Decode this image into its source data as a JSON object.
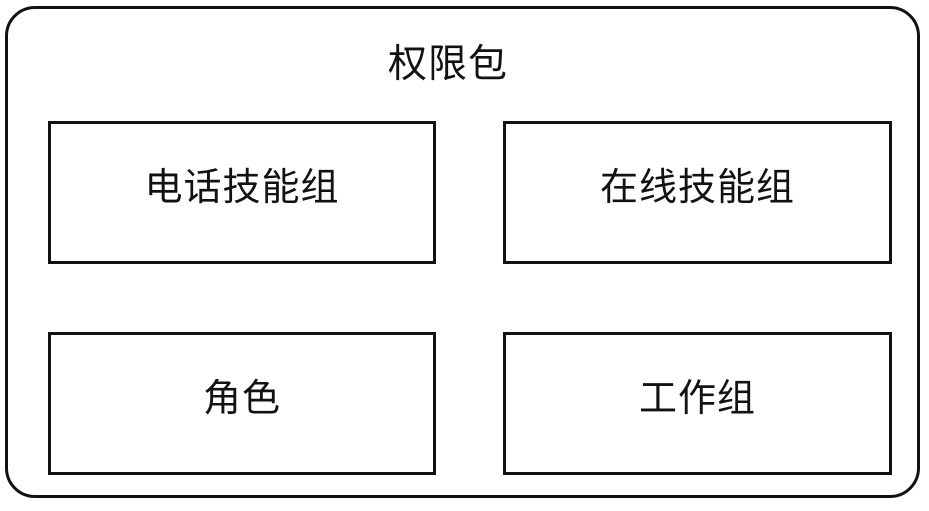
{
  "diagram": {
    "type": "block-diagram",
    "title": "权限包",
    "title_translation": "Permission Package",
    "container_shape": "rounded-rectangle",
    "border_color": "#121212",
    "background_color": "#ffffff",
    "nodes": [
      {
        "id": "phone-skill-group",
        "label": "电话技能组",
        "row": 0,
        "column": 0
      },
      {
        "id": "online-skill-group",
        "label": "在线技能组",
        "row": 0,
        "column": 1
      },
      {
        "id": "role",
        "label": "角色",
        "row": 1,
        "column": 0
      },
      {
        "id": "work-group",
        "label": "工作组",
        "row": 1,
        "column": 1
      }
    ]
  }
}
